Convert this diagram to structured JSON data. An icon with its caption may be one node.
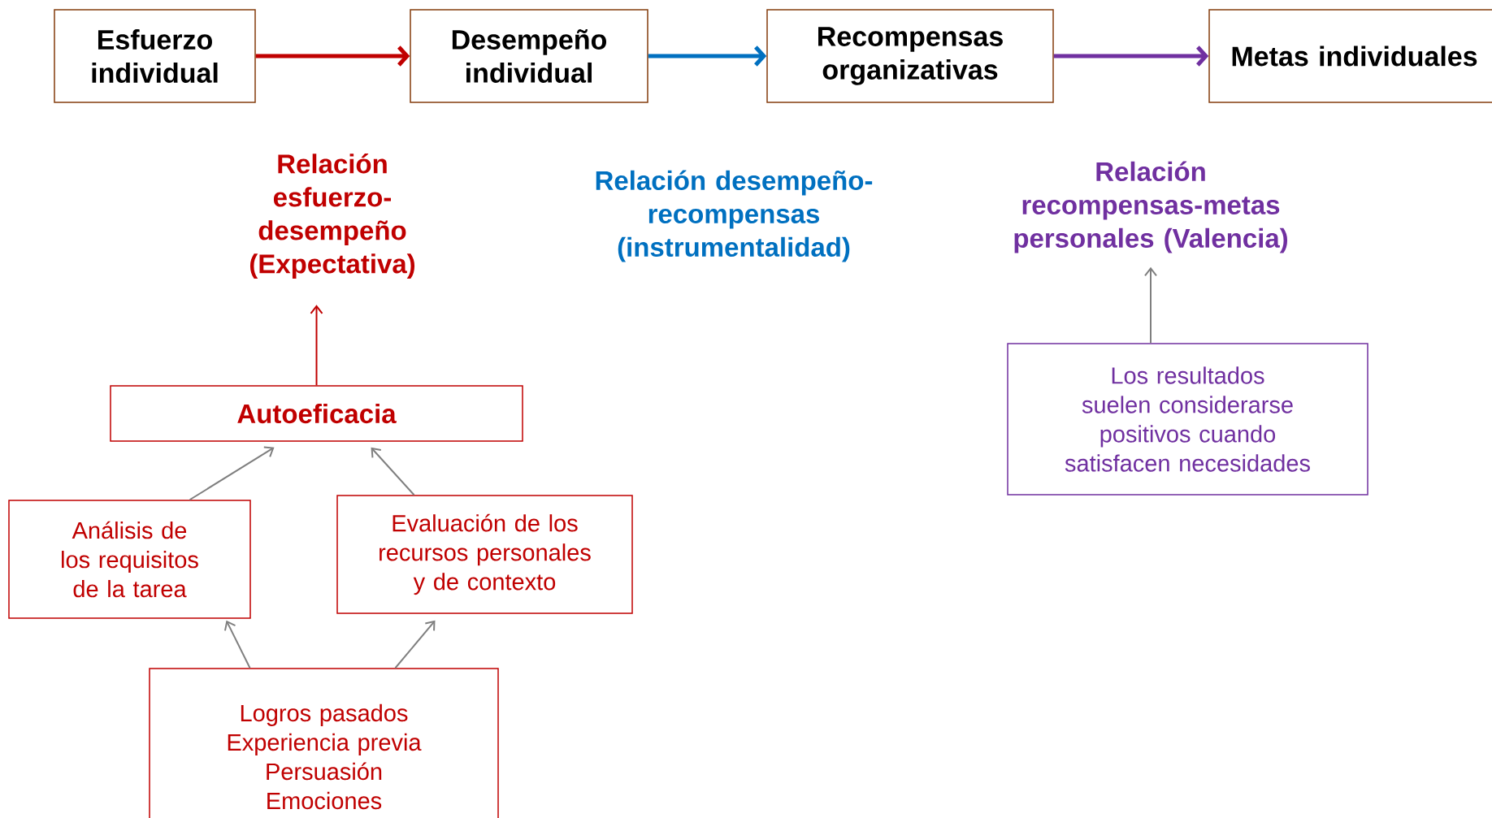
{
  "diagram": {
    "nodes": [
      {
        "text": [
          "Esfuerzo individual"
        ]
      },
      {
        "text": [
          "Desempeño individual"
        ]
      },
      {
        "text": [
          "Recompensas organizativas"
        ]
      },
      {
        "text": [
          "Metas individuales"
        ]
      },
      {
        "text": [
          "Relación esfuerzo-desempeño (Expectativa)"
        ]
      },
      {
        "text": [
          "Relación recompensas-metas personales (Valencia)"
        ]
      },
      {
        "text": [
          "Autoeficacia"
        ]
      },
      {
        "text": [
          "Los resultados suelen considerarse positivos cuando satisfacen necesidades"
        ]
      },
      {
        "text": [
          "Análisis de los requisitos de la tarea"
        ]
      },
      {
        "text": [
          "Evaluación de los recursos personales y de contexto"
        ]
      },
      {
        "text": [
          "Logros pasados",
          "Experiencia previa",
          "Persuasión",
          "Emociones"
        ]
      }
    ],
    "edges": [
      {
        "from": 0,
        "to": 1,
        "arrow": "to",
        "style": "thick",
        "color": "#c00000"
      },
      {
        "from": 1,
        "to": 2,
        "arrow": "to",
        "style": "thick",
        "color": "#0070c0"
      },
      {
        "from": 2,
        "to": 3,
        "arrow": "to",
        "style": "thick",
        "color": "#7030a0"
      },
      {
        "from": 6,
        "to": 4,
        "arrow": "to",
        "color": "#c00000"
      },
      {
        "from": 7,
        "to": 5,
        "arrow": "to"
      },
      {
        "from": 8,
        "to": 6,
        "arrow": "to"
      },
      {
        "from": 9,
        "to": 6,
        "arrow": "to"
      },
      {
        "from": 10,
        "to": 8,
        "arrow": "to"
      },
      {
        "from": 10,
        "to": 9,
        "arrow": "to"
      }
    ],
    "labels": [
      "Relación desempeño-recompensas (instrumentalidad)"
    ]
  }
}
